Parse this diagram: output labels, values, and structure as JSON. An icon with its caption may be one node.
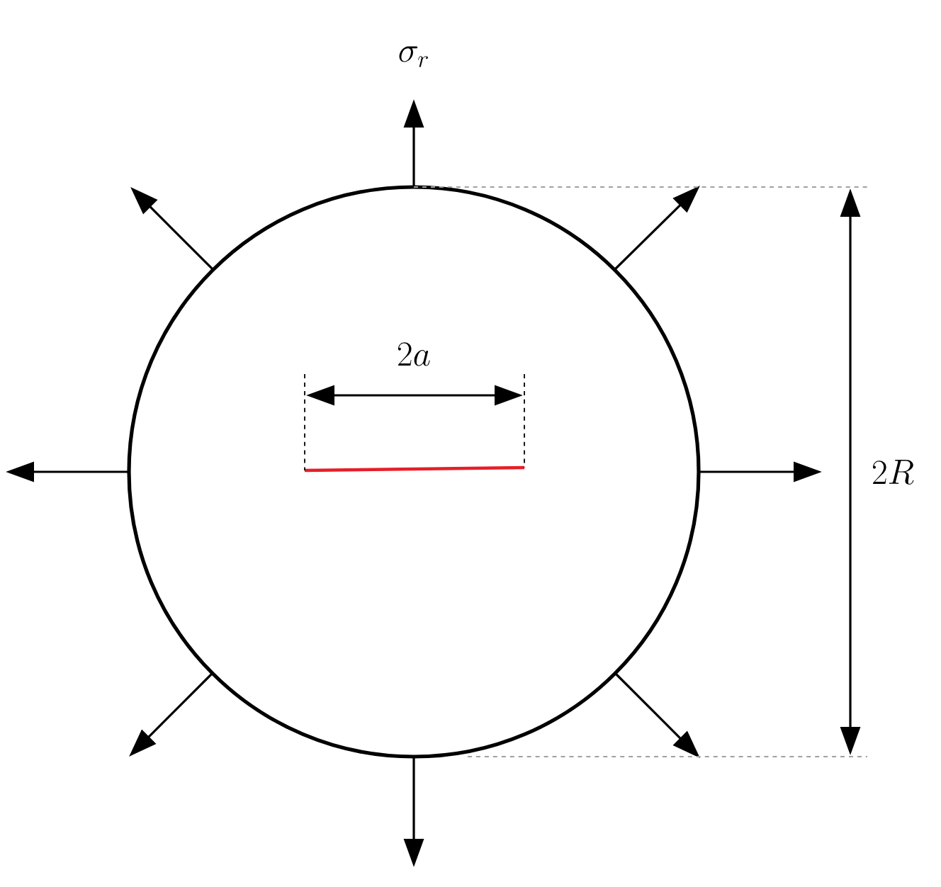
{
  "diagram": {
    "labels": [
      "\\sigma_r",
      "2a",
      "2R"
    ]
  }
}
